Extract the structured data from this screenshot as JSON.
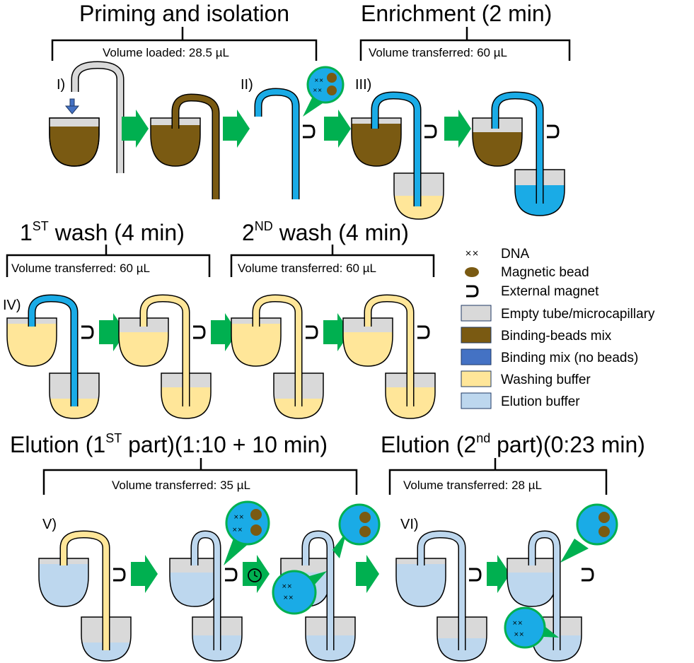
{
  "titles": {
    "priming": "Priming and isolation",
    "enrichment": "Enrichment (2 min)",
    "wash1_pre": "1",
    "wash1_sup": "ST",
    "wash1_post": " wash (4 min)",
    "wash2_pre": "2",
    "wash2_sup": "ND",
    "wash2_post": " wash (4 min)",
    "elution1_pre": "Elution (1",
    "elution1_sup": "ST",
    "elution1_post": " part)(1:10 + 10 min)",
    "elution2_pre": "Elution (2",
    "elution2_sup": "nd",
    "elution2_post": " part)(0:23 min)"
  },
  "volumes": {
    "priming": "Volume loaded: 28.5 µL",
    "enrichment": "Volume transferred: 60 µL",
    "wash1": "Volume transferred: 60 µL",
    "wash2": "Volume transferred: 60 µL",
    "elution1": "Volume transferred: 35 µL",
    "elution2": "Volume transferred: 28 µL"
  },
  "steps": {
    "s1": "I)",
    "s2": "II)",
    "s3": "III)",
    "s4": "IV)",
    "s5": "V)",
    "s6": "VI)"
  },
  "legend": {
    "dna": "DNA",
    "bead": "Magnetic bead",
    "magnet": "External magnet",
    "empty": "Empty tube/microcapillary",
    "binding_beads": "Binding-beads mix",
    "binding_no_beads": "Binding mix (no beads)",
    "washing": "Washing buffer",
    "elution": "Elution buffer"
  },
  "colors": {
    "empty": "#d9d9d9",
    "binding_beads": "#7a5a12",
    "binding_no_beads": "#4472c4",
    "washing": "#ffe699",
    "elution": "#bdd7ee",
    "capillary_blue": "#1aabe6",
    "arrow_green": "#00b050",
    "bead_brown": "#7a5a12"
  }
}
